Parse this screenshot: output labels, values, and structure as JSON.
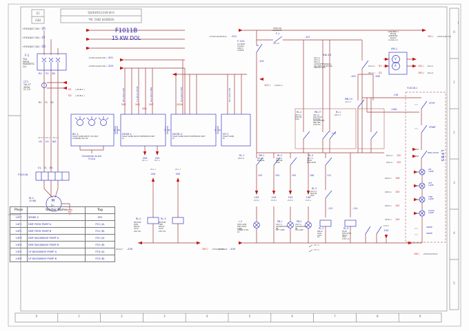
{
  "frame": {
    "rev_no": "10",
    "rev_label": "REV",
    "vendor_no": "0-W-6037/2644/HD",
    "vendor_label": "VENDOR DRG. No.",
    "corner": "7",
    "bottom_ruler": [
      "0",
      "1",
      "2",
      "3",
      "4",
      "5",
      "6",
      "7",
      "8",
      "9"
    ],
    "right_ruler": [
      "0",
      "1",
      "2",
      "3",
      "4",
      "5"
    ]
  },
  "title": {
    "code": "F1011B",
    "rating": "15 KW DOL"
  },
  "power": {
    "feeders": [
      {
        "ref": "+F001B/27.3/6 /",
        "wire": "-2R"
      },
      {
        "ref": "+F001B/27.3/6 /",
        "w2": "-2Y"
      },
      {
        "ref3": "+F001B/27.3/6 /",
        "w3": "-2B"
      }
    ],
    "out1": {
      "ref": "+F1011A/26.3/6 /",
      "wire": "-201"
    },
    "out2": {
      "ref": "+F1011A/26.3/6 /",
      "wire": "-200"
    },
    "f1": {
      "tag": "F-1",
      "desc": "32A\nMPCB\nMAGNETIC\nO/L"
    },
    "ct1": {
      "tag": "CT1",
      "desc": "TAL-CT\n30/5A\nCL-1.0"
    },
    "s1": {
      "wire": "S1",
      "ref": "( 29.B.1 )"
    },
    "s2": {
      "wire": "S2",
      "ref": "( 29.B.1 )"
    },
    "phases_top": "R1    Y1    B1",
    "phases_mid": "R1    Y1    B1",
    "terms_ref": "29.4.1  29.4.1  29.4.1",
    "terms": "U1    V1    W1",
    "terms2": "U1,   V1,   W1",
    "termbox": "F1011B",
    "motor": {
      "tag": "M-1",
      "kw": "15 KW",
      "m": "M",
      "ph": "3~"
    }
  },
  "mid": {
    "bc1": {
      "tag": "BC-1",
      "desc": "TAG# 5L080 PATCH (3C) BU1\nCOUPLER 24V DC"
    },
    "diom1": {
      "tag": "DIOM-1",
      "desc": "TAG# 5L080 R1035 INTERFACE UNIT\nDI"
    },
    "diom2": {
      "tag": "DIOM-2",
      "desc": "TAG# 5L080 R1035 INTERFACE UNIT\nDI"
    },
    "dt1": {
      "tag": "DT-1",
      "desc": "TAG# 5L080\nDI"
    },
    "note": "Connection as per\nF101A",
    "risers": [
      "202",
      "203",
      "206",
      "207",
      "202A"
    ],
    "riser_tags": [
      "DP-1 /29.11.B/1",
      "F-1 /29.11 CB ON",
      "RL-2 /29.11 RUN",
      "RL-3 /29.11 TRIP",
      "DP-1 /29.11.D/F"
    ],
    "w204": {
      "wire": "204",
      "ref": "29.1.1"
    },
    "w205": {
      "wire": "205",
      "ref": "29.1.1"
    },
    "rl2": {
      "tag": "RL-2",
      "desc": "MOTOR\nRUN\nRELAY\n4C/O\n24V DC"
    },
    "rl3": {
      "tag": "RL-3",
      "desc": "MOTOR\nTRIP\nRELAY\n4C/O\n24V DC"
    },
    "bus200_l": {
      "ref": "29.10 /",
      "wire": "-200"
    },
    "bus200_r": {
      "wire": "200 /",
      "ref": "+F1011A/30.1.1"
    }
  },
  "ctl": {
    "bus_in": {
      "ref": "+F1011A/28.8.6 /",
      "wire": "-101"
    },
    "bus_out": {
      "wire": "101 /",
      "ref": "+F1011A/30.3.6"
    },
    "f101": {
      "tag": "F-101",
      "desc": "2A MCB\n1P 6kA\nCRV-C\nCURVE"
    },
    "mcbon": {
      "title": "MCB ON\nCONTACT",
      "tag": "F-1",
      "ref": "/28.0.6"
    },
    "w107": "-107",
    "w102": "-102",
    "tap102": {
      "wire": "102 /",
      "ref": "( 29.6.1 )"
    },
    "sw13": {
      "tag": "SW-13",
      "desc": "/29.2.1\n/29.3.1\n/29.0.1\nAUTO/OFF/MANUAL\n4W 3WAY SELECTOR\nSWITCH 3NO"
    },
    "am1": {
      "header": "CONCERN 3\nPHASE\nAMMETER\nW/SCD\nCLASS-1.0",
      "tag": "AM-1",
      "v": "V",
      "a": "A",
      "s1": {
        "ref": "29.4.1 /",
        "wire": "S1"
      },
      "s2": {
        "ref": "29.4.1 /",
        "wire": "S2"
      },
      "o1": {
        "wire": "102 /",
        "ref": "29.A.1"
      },
      "o2": {
        "wire": "100 /",
        "ref": "29.A.4"
      }
    },
    "w108": "-108",
    "w109": "-109",
    "mb13": {
      "tag": "MB-13",
      "ref": "/29.5.4"
    },
    "c_rl2": {
      "tag": "RL-2",
      "desc": "/29.3.4\nMOTOR\nRUN"
    },
    "c_pb17": {
      "tag": "PB-17",
      "desc": "/29.4.4\nARC PUSH\nBUTTON\nILLUMINATED\nRED IND\n110V AC"
    },
    "c_rl1": {
      "tag": "RL-1",
      "desc": "/29.7.4"
    },
    "w111": "-111",
    "c2_rl1": {
      "tag": "RL-1",
      "desc": "/29.2.4"
    },
    "c2_sw1": {
      "tag": "SW-1",
      "desc": "/29.7.6\nMANUAL"
    },
    "c2_rl2": {
      "tag": "RL-2",
      "desc": "/29.3.4\nMOTOR\nRUN"
    },
    "c2_rl4": {
      "tag": "RL-4",
      "desc": "/29.7.4\nFIELD\nEMG.STOP"
    },
    "c_rl3": {
      "tag": "RL-3",
      "desc": "/29.3.4\nMOTOR\nTRIP"
    },
    "wires2": [
      "103",
      "104",
      "105",
      "106",
      "112"
    ],
    "w113": "-113",
    "w114": "-114",
    "arrows": [
      {
        "wire": "103",
        "ref": "29.B.1"
      },
      {
        "wire": "104",
        "ref": "29.B.1"
      },
      {
        "wire": "105",
        "ref": "29.B.1"
      },
      {
        "wire": "106",
        "ref": "29.B.1"
      }
    ],
    "a100": {
      "ref": "29.B.1",
      "wire": "100"
    },
    "l3": {
      "tag": "L-3",
      "desc": "TRIP LAMP\nWET PILOT\nLAMP\nAMBER 110V\nAC"
    },
    "pb1": {
      "tag": "PB-1",
      "desc": "/29.7.1\nILLUMINATED\nPB\nOFF LAMP"
    },
    "pb2": {
      "tag": "PB-2",
      "desc": "/29.7.1\nILLUMINATED\nPB\nON LAMP"
    },
    "rl1": {
      "tag": "RL-1",
      "desc": "RELAY\n4C/O\n110V\nAC"
    },
    "rl4": {
      "tag": "RL-4",
      "desc": "FIELD\nEMG.STOP\nRELAY\n4C/O\n110V AC"
    },
    "bus100": {
      "ref": "29.6.1 /",
      "wire": "-100"
    },
    "subrefs": [
      "28.7.1",
      "28.7.2"
    ]
  },
  "lpbs": {
    "box_tag": "F1011B-1",
    "name": "LPBS",
    "stop": "STOP",
    "start": "START",
    "emg": "EMG.STOP",
    "w118": "-118",
    "w118a": "-118A",
    "feeds102": [
      {
        "ref": "29.6.1 /",
        "wire": "102"
      },
      {
        "ref": "29.6.1 /",
        "wire": "102"
      }
    ],
    "lampfeeds": [
      {
        "ref": "29.B.1 /",
        "wire": "106"
      },
      {
        "ref": "29.B.1 /",
        "wire": "105"
      },
      {
        "ref": "29.B.1 /",
        "wire": "103"
      },
      {
        "ref": "29.B.1 /",
        "wire": "104"
      }
    ],
    "lamps": [
      "ON\nLAMP",
      "OFF\nLAMP",
      "TRIP\nLAMP",
      "LOCAL\nLAMP"
    ],
    "spares": [
      "SPARE",
      "SPARE"
    ],
    "out": {
      "wire": "100 /",
      "ref": "+F1011A/30.9.4"
    }
  },
  "starter_table": {
    "headers": [
      "Place",
      "Starter Name",
      "Tag"
    ],
    "rows": [
      [
        "10F7",
        "SPARE-2",
        "SP2"
      ],
      [
        "14F1",
        "DMF FEED PUMP A",
        "P21 (A)"
      ],
      [
        "14F2",
        "DMF FEED PUMP B",
        "P21 (B)"
      ],
      [
        "14F3",
        "DMF BACKWASH PUMP A",
        "P22 (A)"
      ],
      [
        "14F4",
        "DMF BACKWASH PUMP B",
        "P22 (B)"
      ],
      [
        "14F5",
        "UF BACKWASH PUMP A",
        "P23 (A)"
      ],
      [
        "14F6",
        "UF BACKWASH PUMP B",
        "P23 (B)"
      ]
    ]
  }
}
